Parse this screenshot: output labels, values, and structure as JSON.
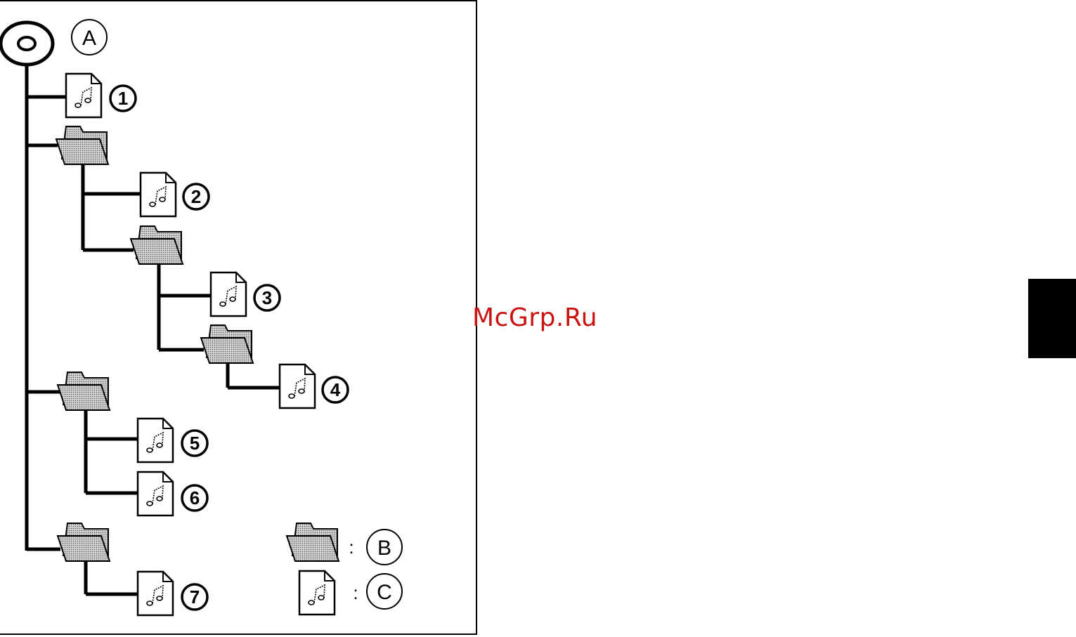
{
  "diagram": {
    "root_label": "A",
    "legend": [
      {
        "symbol": "folder-icon",
        "separator": ":",
        "label": "B"
      },
      {
        "symbol": "music-file-icon",
        "separator": ":",
        "label": "C"
      }
    ],
    "files": [
      {
        "number": "1",
        "glyph": "①"
      },
      {
        "number": "2",
        "glyph": "②"
      },
      {
        "number": "3",
        "glyph": "③"
      },
      {
        "number": "4",
        "glyph": "④"
      },
      {
        "number": "5",
        "glyph": "⑤"
      },
      {
        "number": "6",
        "glyph": "⑥"
      },
      {
        "number": "7",
        "glyph": "⑦"
      }
    ],
    "colors": {
      "line": "#000000",
      "folder_fill": "#bdbdbd",
      "file_fill": "#ffffff"
    }
  },
  "watermark": {
    "text": "McGrp.Ru",
    "color": "#cc1111"
  },
  "side_tab": {
    "color": "#000000"
  }
}
